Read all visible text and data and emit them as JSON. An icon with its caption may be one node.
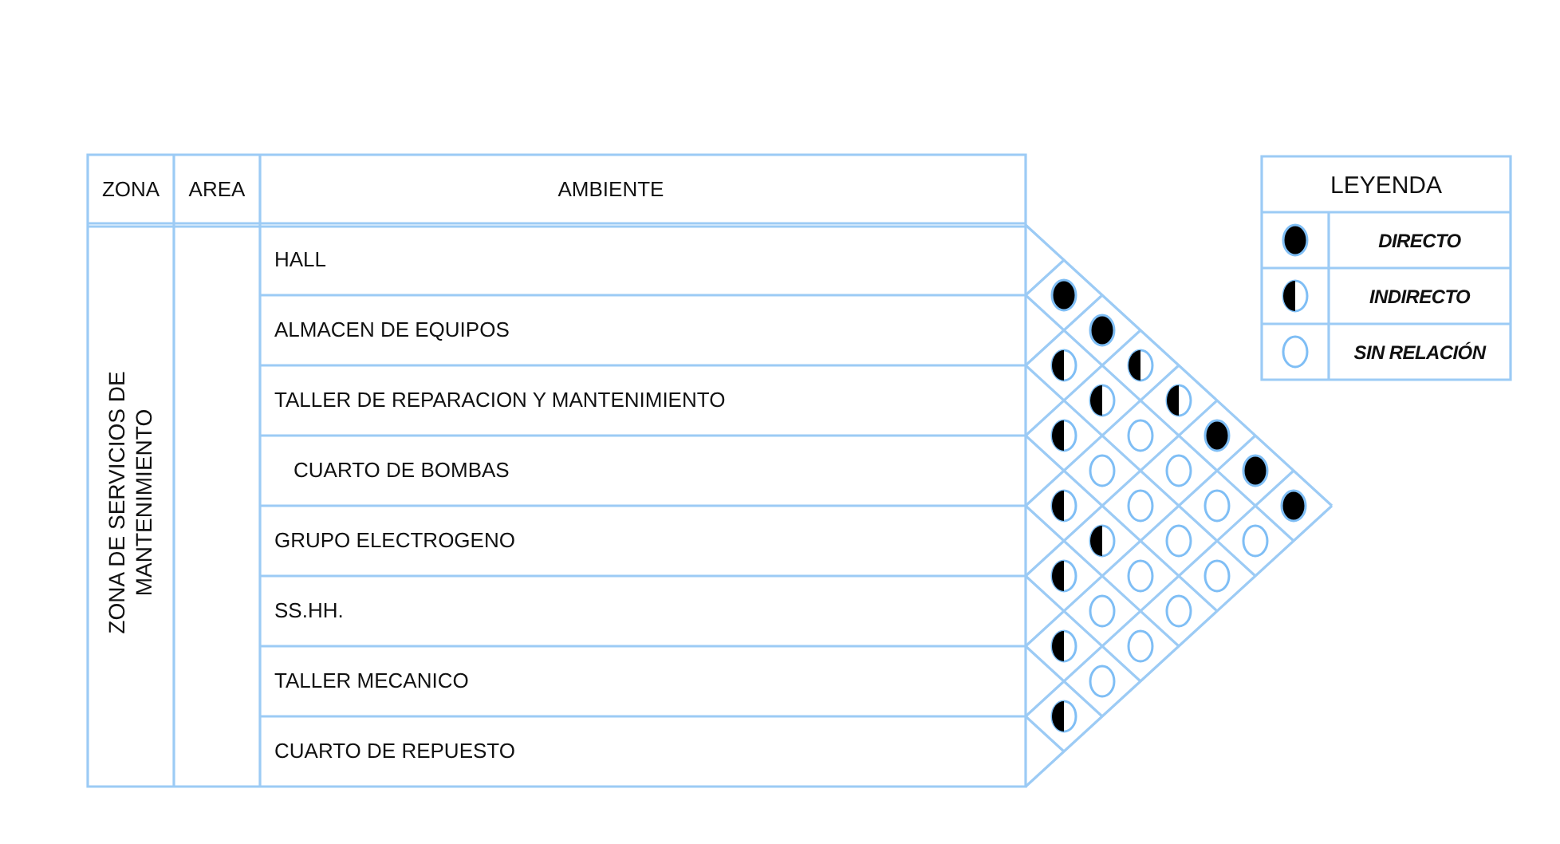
{
  "diagram": {
    "labels": [
      "ZONA",
      "AREA",
      "AMBIENTE",
      "ZONA DE SERVICIOS DE MANTENIMIENTO",
      "HALL",
      "ALMACEN DE EQUIPOS",
      "TALLER DE REPARACION Y MANTENIMIENTO",
      "CUARTO DE BOMBAS",
      "GRUPO ELECTROGENO",
      "SS.HH.",
      "TALLER MECANICO",
      "CUARTO DE REPUESTO",
      "LEYENDA"
    ],
    "legend": [
      {
        "text": "DIRECTO"
      },
      {
        "text": "INDIRECTO"
      },
      {
        "text": "SIN RELACIÓN"
      }
    ]
  }
}
